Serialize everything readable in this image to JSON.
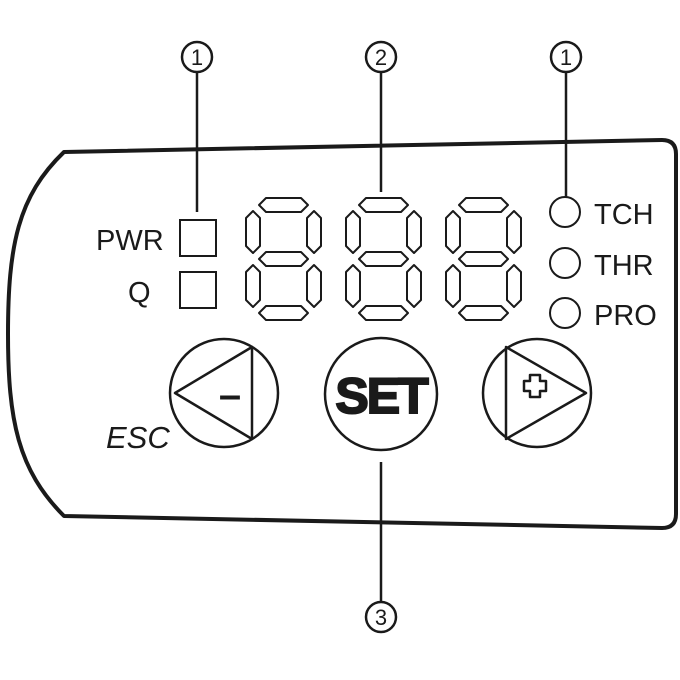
{
  "callouts": {
    "top_left": "1",
    "top_middle": "2",
    "top_right": "1",
    "bottom": "3"
  },
  "left_indicators": [
    {
      "label": "PWR"
    },
    {
      "label": "Q"
    }
  ],
  "right_indicators": [
    {
      "label": "TCH"
    },
    {
      "label": "THR"
    },
    {
      "label": "PRO"
    }
  ],
  "buttons": {
    "minus_symbol": "–",
    "set_label": "SET",
    "plus_symbol": "+",
    "esc_label": "ESC"
  },
  "colors": {
    "stroke": "#1a1a1a",
    "background": "#ffffff"
  }
}
